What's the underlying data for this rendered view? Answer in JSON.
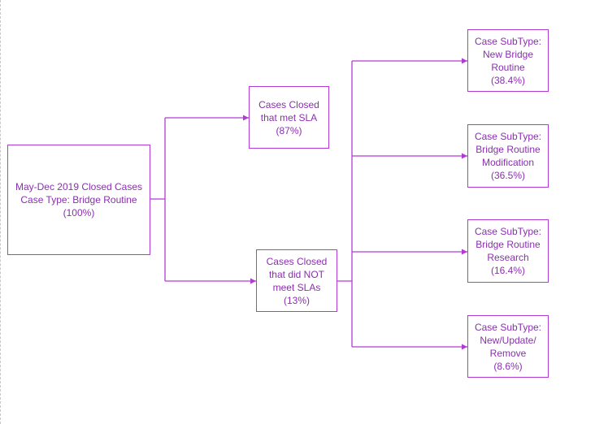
{
  "colors": {
    "stroke": "#b23bd6",
    "text": "#8a2fb0",
    "page_border": "#c8c8c8"
  },
  "nodes": {
    "root": {
      "text": "May-Dec 2019 Closed Cases\nCase Type: Bridge Routine\n(100%)"
    },
    "met_sla": {
      "text": "Cases Closed\nthat met SLA\n(87%)"
    },
    "not_met_sla": {
      "text": "Cases Closed\nthat did NOT\nmeet SLAs\n(13%)"
    },
    "subtype_new_bridge": {
      "text": "Case SubType:\nNew Bridge\nRoutine\n(38.4%)"
    },
    "subtype_modification": {
      "text": "Case SubType:\nBridge Routine\nModification\n(36.5%)"
    },
    "subtype_research": {
      "text": "Case SubType:\nBridge Routine\nResearch\n(16.4%)"
    },
    "subtype_new_update_remove": {
      "text": "Case SubType:\nNew/Update/\nRemove\n(8.6%)"
    }
  }
}
